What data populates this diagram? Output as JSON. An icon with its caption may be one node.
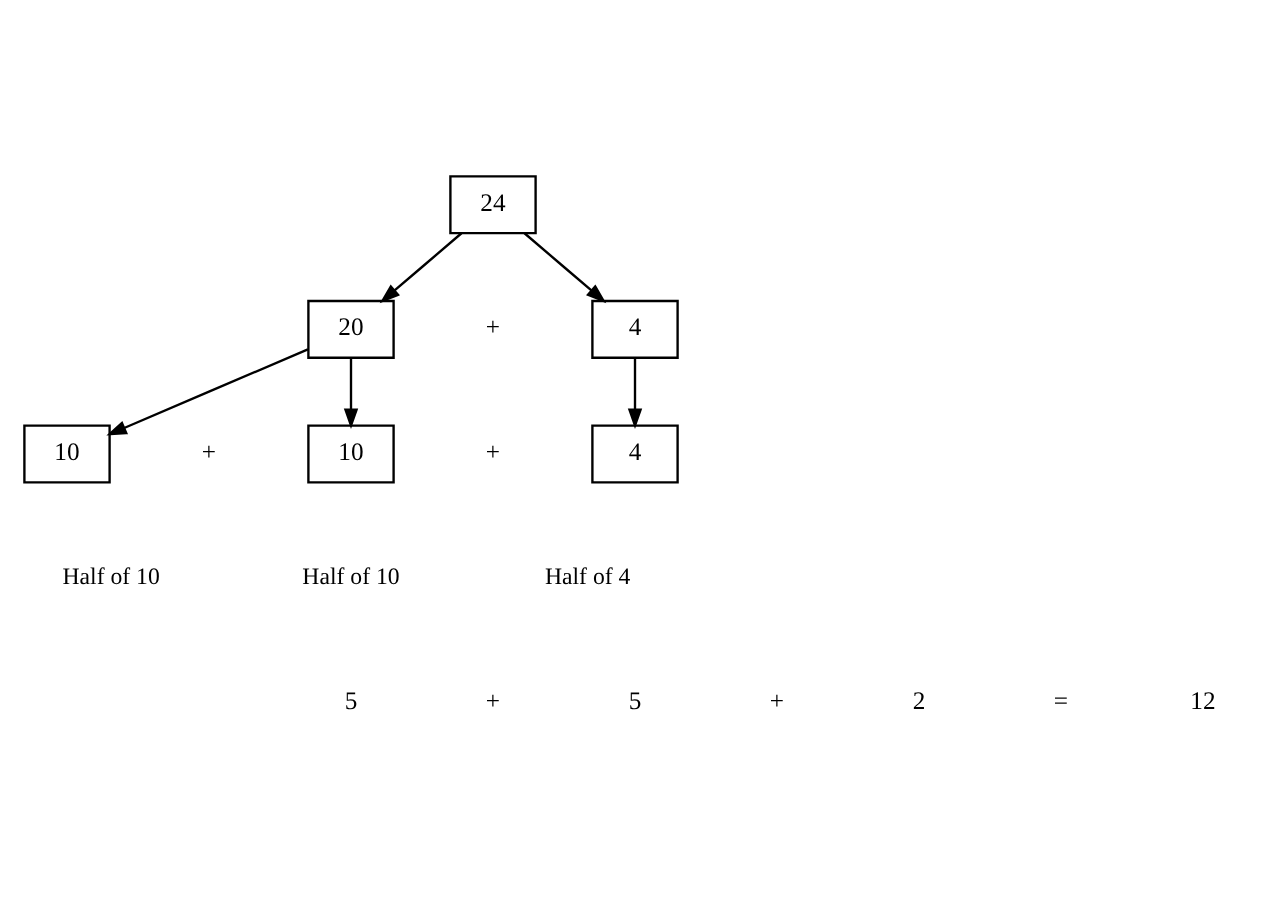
{
  "diagram": {
    "nodes": [
      {
        "text": [
          "24"
        ]
      },
      {
        "text": [
          "20"
        ]
      },
      {
        "text": [
          "4"
        ]
      },
      {
        "text": [
          "10"
        ],
        "beside": [
          "Half of 10"
        ]
      },
      {
        "text": [
          "10"
        ],
        "beside": [
          "Half of 10"
        ]
      },
      {
        "text": [
          "4"
        ],
        "beside": [
          "Half of 4"
        ]
      }
    ],
    "edges": [
      {
        "from": 0,
        "to": 1,
        "arrow": "to"
      },
      {
        "from": 0,
        "to": 2,
        "arrow": "to"
      },
      {
        "from": 1,
        "to": 3,
        "arrow": "to"
      },
      {
        "from": 1,
        "to": 4,
        "arrow": "to"
      },
      {
        "from": 2,
        "to": 5,
        "arrow": "to"
      }
    ],
    "labels": [
      "+",
      "+",
      "+",
      "5",
      "+",
      "5",
      "+",
      "2",
      "=",
      "12"
    ]
  }
}
